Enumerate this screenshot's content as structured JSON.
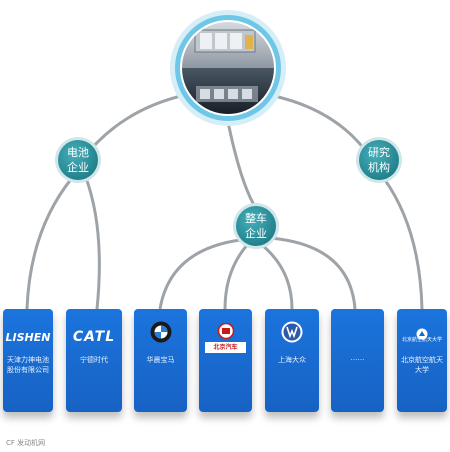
{
  "nodes": {
    "battery": "电池\n企业",
    "vehicle": "整车\n企业",
    "research": "研究\n机构"
  },
  "cards": [
    {
      "logo": "LISHEN",
      "text": "天津力神电池\n股份有限公司"
    },
    {
      "logo": "CATL",
      "text": "宁德时代"
    },
    {
      "logo_icon": "bmw-logo-icon",
      "text": "华晨宝马"
    },
    {
      "logo_icon": "baic-logo-icon",
      "logo_caption": "北京汽车",
      "text": ""
    },
    {
      "logo_icon": "volkswagen-logo-icon",
      "text": "上海大众"
    },
    {
      "text": "……"
    },
    {
      "logo_icon": "university-logo-icon",
      "logo_caption": "北京航空航天大学",
      "text": "北京航空航天\n大学"
    }
  ],
  "watermark": "CF 发动机网",
  "colors": {
    "node": "#2a8c98",
    "card": "#1867cc",
    "line": "#9ea3a8"
  }
}
